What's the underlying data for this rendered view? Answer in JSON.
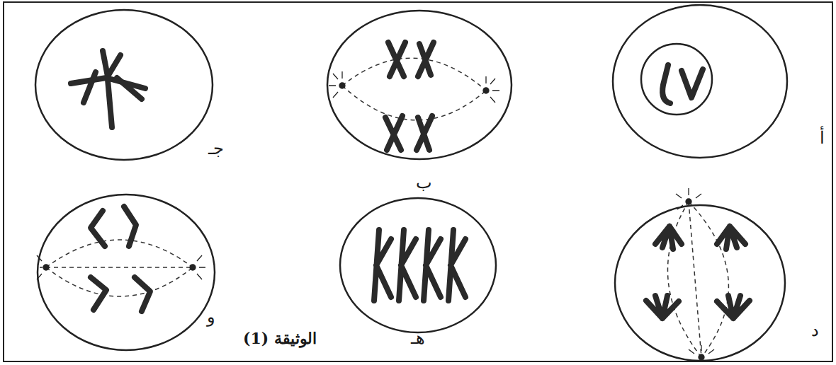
{
  "diagram": {
    "caption": "الوثيقة (1)",
    "labels": [
      "أ",
      "ب",
      "جـ",
      "د",
      "هـ",
      "و"
    ]
  }
}
